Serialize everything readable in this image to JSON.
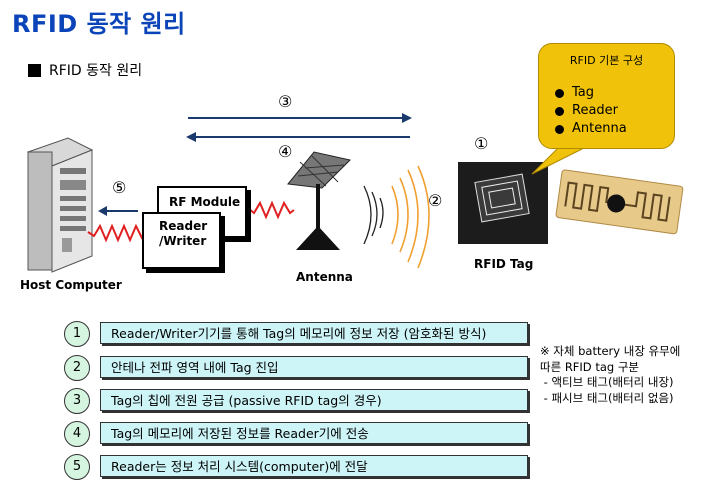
{
  "title": "RFID 동작 원리",
  "subtitle": "RFID 동작 원리",
  "callout": {
    "title": "RFID 기본 구성",
    "items": [
      "Tag",
      "Reader",
      "Antenna"
    ],
    "color": "#f0c30a"
  },
  "diagram": {
    "labels": {
      "host": "Host Computer",
      "antenna": "Antenna",
      "tag": "RFID Tag",
      "rf_module": "RF Module",
      "reader_line1": "Reader",
      "reader_line2": "/Writer"
    },
    "markers": {
      "m1": "①",
      "m2": "②",
      "m3": "③",
      "m4": "④",
      "m5": "⑤"
    }
  },
  "steps": [
    {
      "num": "1",
      "text": "Reader/Writer기기를 통해 Tag의 메모리에 정보 저장 (암호화된 방식)"
    },
    {
      "num": "2",
      "text": "안테나 전파 영역 내에 Tag 진입"
    },
    {
      "num": "3",
      "text": "Tag의 칩에 전원 공급 (passive RFID tag의 경우)"
    },
    {
      "num": "4",
      "text": "Tag의 메모리에 저장된 정보를 Reader기에 전송"
    },
    {
      "num": "5",
      "text": "Reader는 정보 처리 시스템(computer)에 전달"
    }
  ],
  "note": {
    "line1": "※ 자체 battery 내장 유무에",
    "line2": "따른 RFID tag 구분",
    "line3": " - 액티브 태그(배터리 내장)",
    "line4": " - 패시브 태그(배터리 없음)"
  },
  "colors": {
    "title": "#0a44b8",
    "step_box": "#cdf4f7",
    "step_num": "#d6f5e0",
    "signal": "#e02020",
    "arrow": "#1a3a6e"
  }
}
